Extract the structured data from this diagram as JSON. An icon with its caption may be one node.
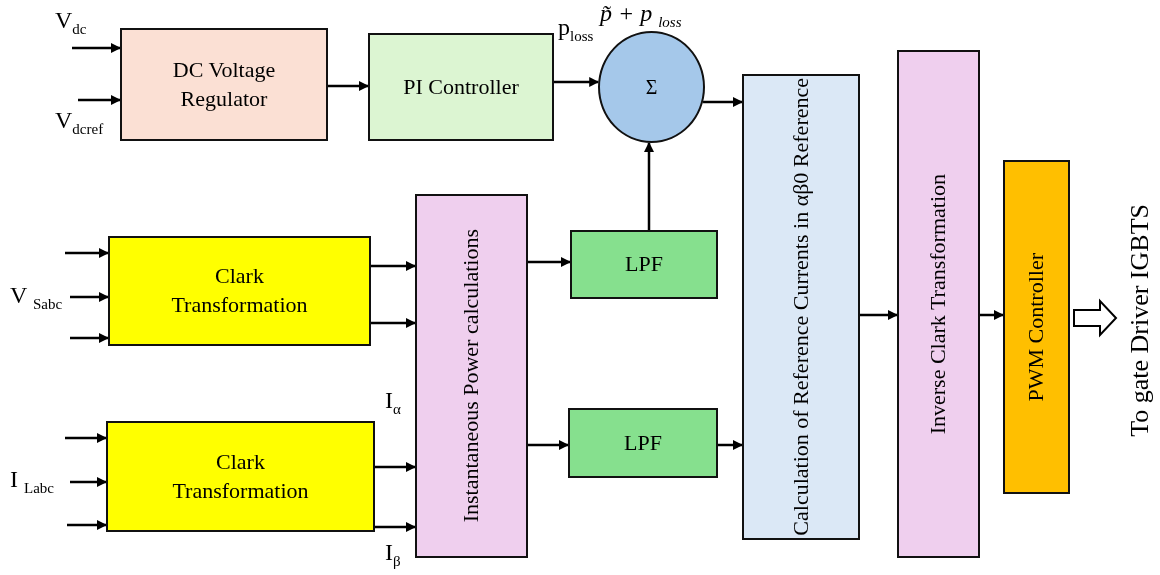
{
  "diagram": {
    "nodes": [
      {
        "text": [
          "DC Voltage Regulator"
        ]
      },
      {
        "text": [
          "PI Controller"
        ]
      },
      {
        "text": [
          "Σ"
        ],
        "beside": [
          "p̃ + p $_{loss}$"
        ]
      },
      {
        "text": [
          "Clark Transformation"
        ]
      },
      {
        "text": [
          "Clark Transformation"
        ]
      },
      {
        "text": [
          "Instantaneous Power calculations"
        ]
      },
      {
        "text": [
          "LPF"
        ]
      },
      {
        "text": [
          "LPF"
        ]
      },
      {
        "text": [
          "Calculation of Reference Currents in αβ0 Reference"
        ]
      },
      {
        "text": [
          "Inverse Clark Transformation"
        ]
      },
      {
        "text": [
          "PWM Controller"
        ]
      },
      {
        "text": [
          "To gate Driver IGBTS"
        ]
      },
      {
        "text": [
          "V $_{Sabc}$"
        ]
      },
      {
        "text": [
          "I $_{Labc}$"
        ]
      }
    ],
    "edges": [
      {
        "from": null,
        "to": 0,
        "arrow": "to"
      },
      {
        "from": null,
        "to": 0,
        "arrow": "to"
      },
      {
        "from": 0,
        "to": 1,
        "arrow": "to"
      },
      {
        "from": 1,
        "to": 2,
        "arrow": "to"
      },
      {
        "from": 2,
        "to": 8,
        "arrow": "to"
      },
      {
        "from": 6,
        "to": 2,
        "arrow": "to"
      },
      {
        "from": null,
        "to": 3,
        "arrow": "to"
      },
      {
        "from": 12,
        "to": 3,
        "arrow": "to"
      },
      {
        "from": null,
        "to": 3,
        "arrow": "to"
      },
      {
        "from": null,
        "to": 4,
        "arrow": "to"
      },
      {
        "from": 13,
        "to": 4,
        "arrow": "to"
      },
      {
        "from": null,
        "to": 4,
        "arrow": "to"
      },
      {
        "from": 3,
        "to": 5,
        "arrow": "to"
      },
      {
        "from": 3,
        "to": 5,
        "arrow": "to"
      },
      {
        "from": 4,
        "to": 5,
        "arrow": "to"
      },
      {
        "from": 4,
        "to": 5,
        "arrow": "to"
      },
      {
        "from": 5,
        "to": 6,
        "arrow": "to"
      },
      {
        "from": 5,
        "to": 7,
        "arrow": "to"
      },
      {
        "from": 7,
        "to": 8,
        "arrow": "to"
      },
      {
        "from": 8,
        "to": 9,
        "arrow": "to"
      },
      {
        "from": 9,
        "to": 10,
        "arrow": "to"
      },
      {
        "from": 10,
        "to": 11,
        "arrow": "to",
        "style": "thick"
      }
    ],
    "labels": [
      "V$_{dc}$",
      "V$_{dcref}$",
      "p$_{loss}$",
      "I$_{α}$",
      "I$_{β}$"
    ]
  }
}
